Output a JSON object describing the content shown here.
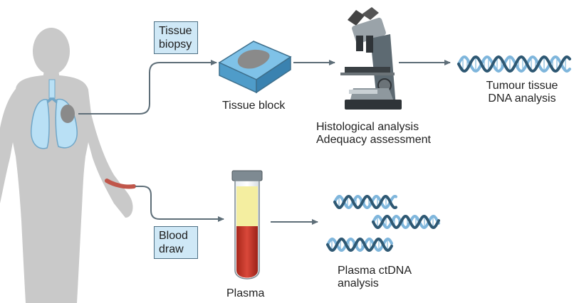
{
  "labels": {
    "tissue_biopsy": [
      "Tissue",
      "biopsy"
    ],
    "blood_draw": [
      "Blood",
      "draw"
    ],
    "tissue_block": "Tissue block",
    "histology": [
      "Histological analysis",
      "Adequacy assessment"
    ],
    "tumour_dna": [
      "Tumour tissue",
      "DNA analysis"
    ],
    "plasma": "Plasma",
    "plasma_ctdna": [
      "Plasma ctDNA",
      "analysis"
    ]
  },
  "colors": {
    "body": "#c9c9c9",
    "lung": "#b9e0f5",
    "tumour": "#8a8a8a",
    "box": "#cfe8f6",
    "arrow": "#5e6e78",
    "dna_dark": "#2e5873",
    "dna_light": "#7fb6dc",
    "blood": "#c83a2a",
    "plasma_yellow": "#f4eea0"
  }
}
